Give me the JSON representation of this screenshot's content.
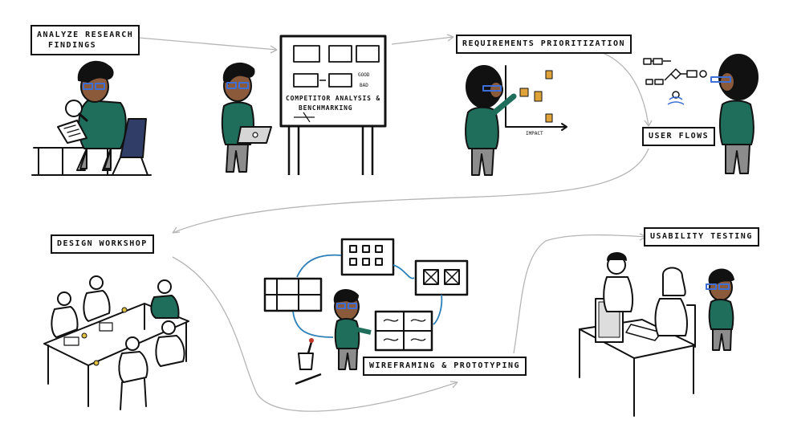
{
  "stages": {
    "analyze": "ANALYZE RESEARCH",
    "analyze_2": "FINDINGS",
    "requirements": "REQUIREMENTS PRIORITIZATION",
    "user_flows": "USER FLOWS",
    "design_workshop": "DESIGN WORKSHOP",
    "usability": "USABILITY TESTING",
    "wireframing": "WIREFRAMING & PROTOTYPING"
  },
  "board": {
    "title_1": "COMPETITOR ANALYSIS &",
    "title_2": "BENCHMARKING",
    "good": "GOOD",
    "bad": "BAD"
  },
  "prioritization_chart": {
    "x_label": "IMPACT"
  },
  "colors": {
    "teal": "#1f6e5c",
    "glasses": "#3d6fd6",
    "skin": "#8a5a3a",
    "sticky": "#e0a33a",
    "arrow": "#2b7fb8",
    "flow_line": "#b5b5b5",
    "chair": "#2f3d67",
    "pants": "#8c8c8c"
  }
}
